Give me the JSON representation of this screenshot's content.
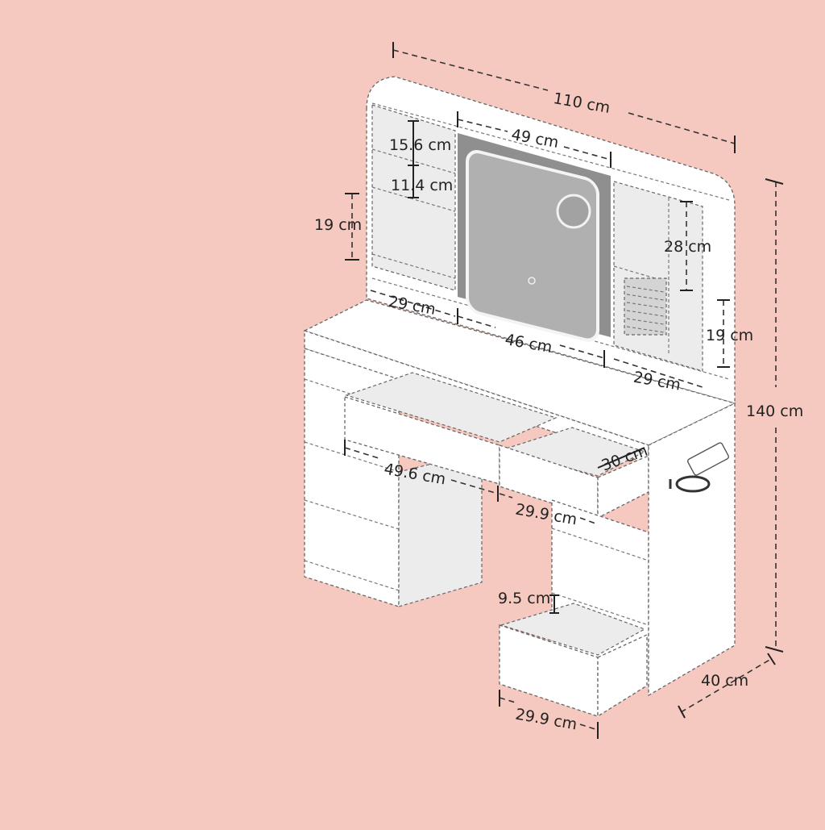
{
  "colors": {
    "background": "#f5c9c0",
    "furniture": "#ffffff",
    "mirror": "#9a9a9a",
    "text": "#222222"
  },
  "dimensions": {
    "overall_width": "110 cm",
    "mirror_width": "49 cm",
    "shelf_gap_top": "15.6 cm",
    "shelf_gap_mid": "11.4 cm",
    "left_shelf_height": "19 cm",
    "right_shelf_height": "28 cm",
    "right_lower_height": "19 cm",
    "left_bottom_width": "29 cm",
    "center_bottom_width": "46 cm",
    "right_bottom_width": "29 cm",
    "overall_height": "140 cm",
    "small_drawer_depth": "30 cm",
    "center_drawer_width": "49.6 cm",
    "small_drawer_width": "29.9 cm",
    "bottom_drawer_height": "9.5 cm",
    "bottom_drawer_width": "29.9 cm",
    "depth": "40 cm"
  }
}
